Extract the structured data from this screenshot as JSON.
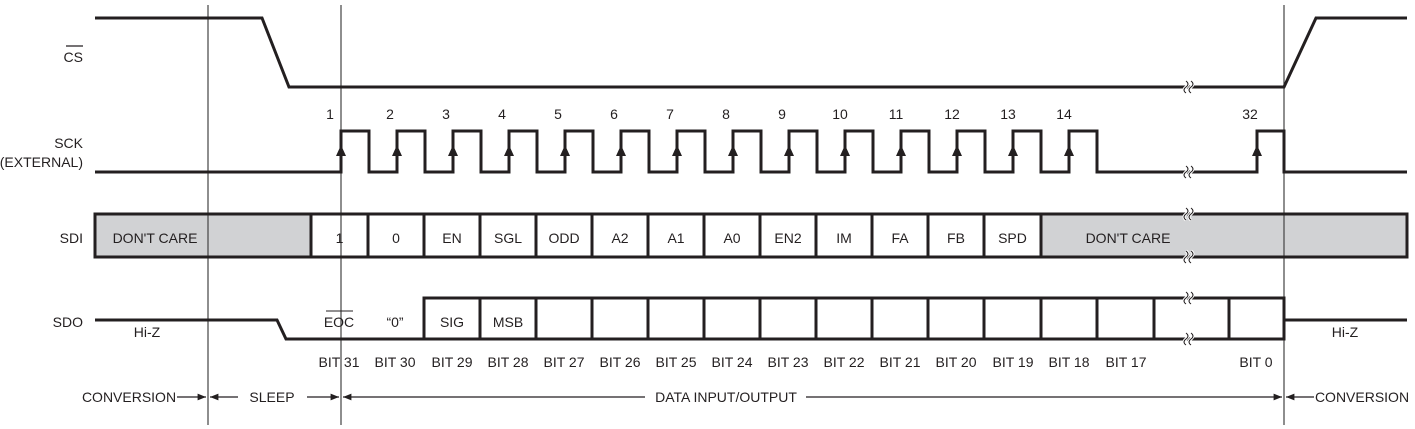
{
  "colors": {
    "line": "#231f20",
    "dont_care_fill": "#d1d2d4",
    "marker": "#444444"
  },
  "signals": {
    "cs": "CS",
    "sck": "SCK",
    "sck_sub": "(EXTERNAL)",
    "sdi": "SDI",
    "sdo": "SDO"
  },
  "sck_pulses": [
    "1",
    "2",
    "3",
    "4",
    "5",
    "6",
    "7",
    "8",
    "9",
    "10",
    "11",
    "12",
    "13",
    "14",
    "32"
  ],
  "sdi": {
    "dont_care_left": "DON'T CARE",
    "bits": [
      "1",
      "0",
      "EN",
      "SGL",
      "ODD",
      "A2",
      "A1",
      "A0",
      "EN2",
      "IM",
      "FA",
      "FB",
      "SPD"
    ],
    "dont_care_right": "DON'T CARE"
  },
  "sdo": {
    "hiz_left": "Hi-Z",
    "pre_bits": [
      "EOC",
      "“0”"
    ],
    "box_bits": [
      "SIG",
      "MSB"
    ],
    "hiz_right": "Hi-Z"
  },
  "bit_labels": [
    "BIT 31",
    "BIT 30",
    "BIT 29",
    "BIT 28",
    "BIT 27",
    "BIT 26",
    "BIT 25",
    "BIT 24",
    "BIT 23",
    "BIT 22",
    "BIT 21",
    "BIT 20",
    "BIT 19",
    "BIT 18",
    "BIT 17",
    "BIT 0"
  ],
  "phases": {
    "conversion_left": "CONVERSION",
    "sleep": "SLEEP",
    "data": "DATA INPUT/OUTPUT",
    "conversion_right": "CONVERSION"
  }
}
